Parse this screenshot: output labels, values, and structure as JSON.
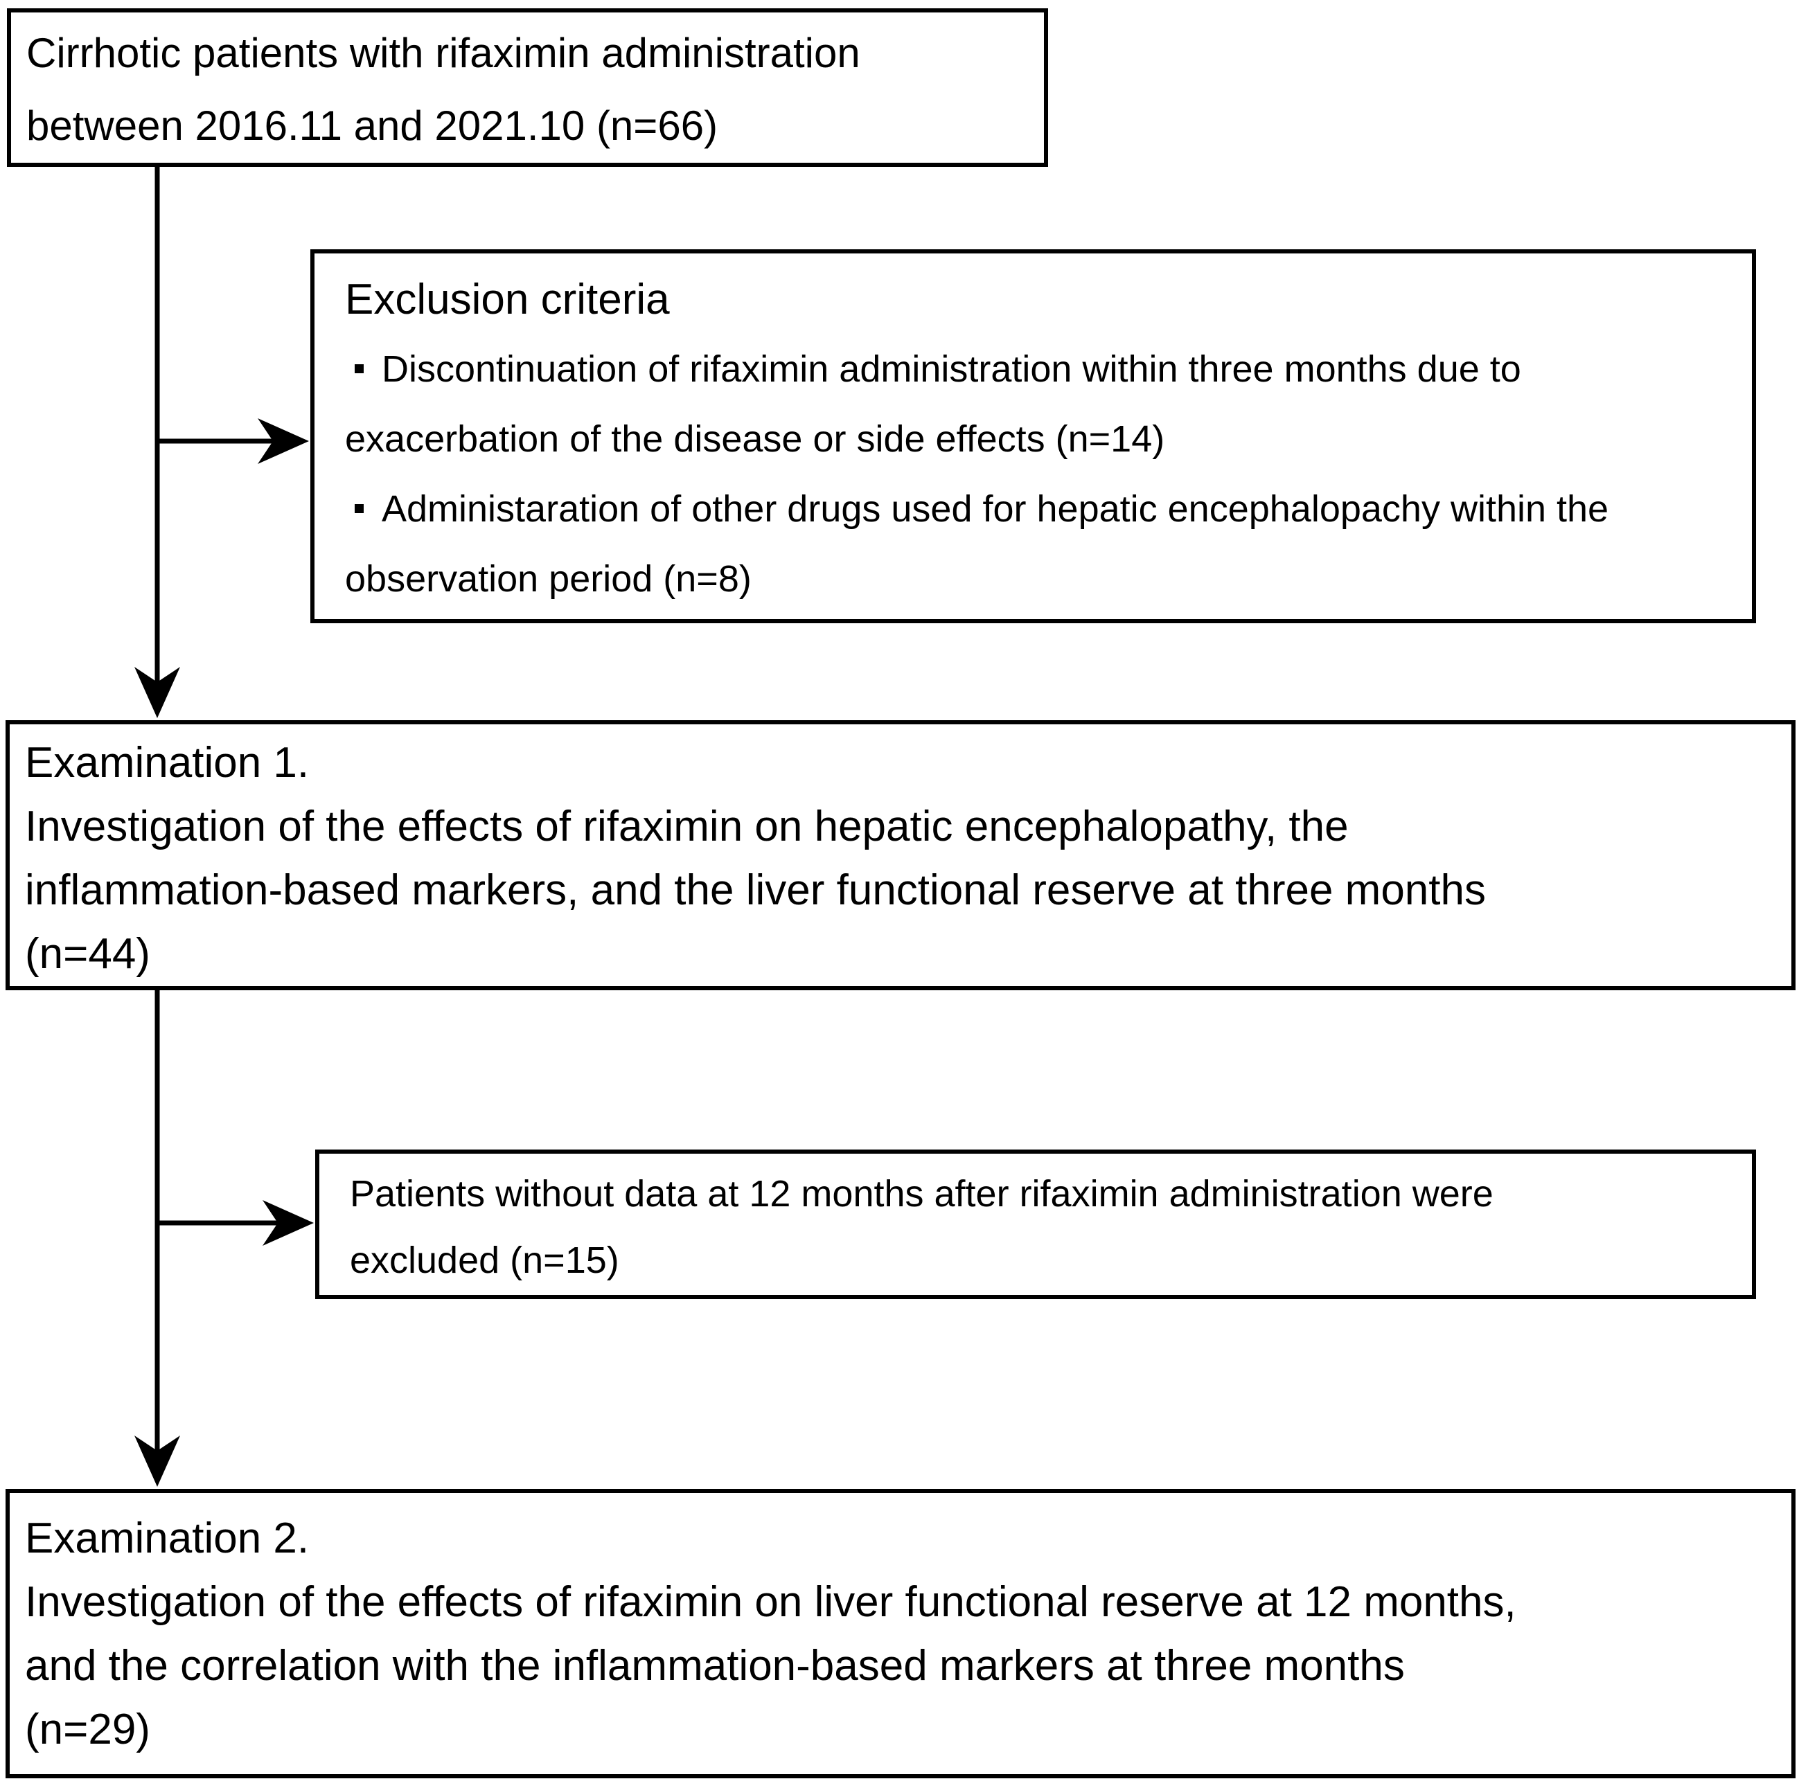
{
  "figure": {
    "type": "flowchart",
    "background_color": "#ffffff",
    "line_color": "#000000",
    "text_color": "#000000",
    "counts": {
      "enrolled": 66,
      "discontinued_within_three_months": 14,
      "other_drugs_during_observation": 8,
      "examination1": 44,
      "without_12_month_data": 15,
      "examination2": 29
    }
  },
  "boxes": {
    "enrollment": {
      "line1": "Cirrhotic patients with rifaximin administration",
      "line2": "between 2016.11 and 2021.10 (n=66)"
    },
    "exclusion": {
      "title": "Exclusion criteria",
      "bullet_icon": "square-bullet",
      "bullet1_line1": "Discontinuation of rifaximin administration within three months due to",
      "bullet1_line2": "exacerbation of the disease or side effects (n=14)",
      "bullet2_line1": "Administaration of other drugs used for hepatic encephalopachy within the",
      "bullet2_line2": "observation period (n=8)"
    },
    "examination1": {
      "title": "Examination 1.",
      "line1": "Investigation of the effects of rifaximin on hepatic encephalopathy, the",
      "line2": "inflammation-based markers, and the liver functional reserve at three months",
      "line3": "(n=44)"
    },
    "excluded12": {
      "line1": "Patients without data at 12 months after rifaximin administration were",
      "line2": "excluded (n=15)"
    },
    "examination2": {
      "title": "Examination 2.",
      "line1": "Investigation of the effects of rifaximin on liver functional reserve at 12 months,",
      "line2": "and the correlation with the inflammation-based markers at three months",
      "line3": "(n=29)"
    }
  }
}
